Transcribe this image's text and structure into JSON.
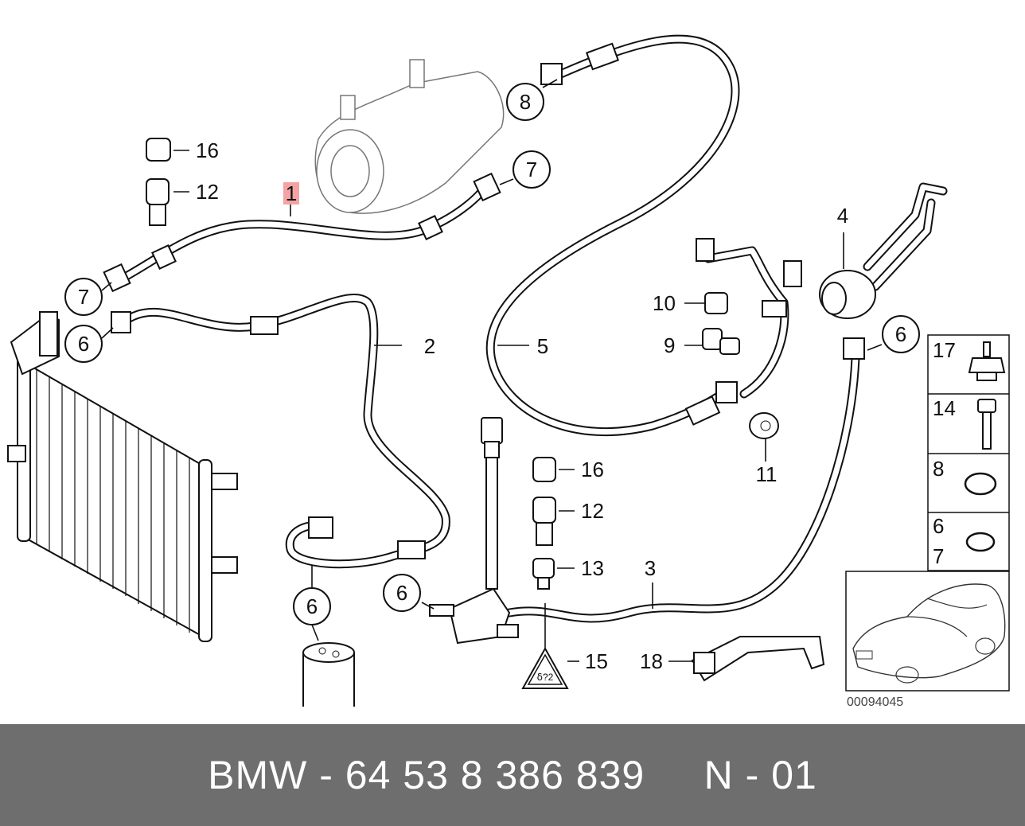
{
  "diagram": {
    "image_number": "00094045",
    "callouts": {
      "p1": "1",
      "p2": "2",
      "p3": "3",
      "p4": "4",
      "p5": "5",
      "p6a": "6",
      "p6b": "6",
      "p6c": "6",
      "p6d": "6",
      "p7a": "7",
      "p7b": "7",
      "p8": "8",
      "p9": "9",
      "p10": "10",
      "p11": "11",
      "p12a": "12",
      "p12b": "12",
      "p13": "13",
      "p15": "15",
      "p16a": "16",
      "p16b": "16",
      "p18": "18"
    },
    "hardware_table": {
      "r17": "17",
      "r14": "14",
      "r8": "8",
      "r6": "6",
      "r7": "7"
    },
    "colors": {
      "highlight": "#f4a3a3",
      "footer_bg": "#6e6e6e",
      "footer_text": "#ffffff"
    }
  },
  "footer": {
    "label": "BMW - 64 53 8 386 839     N - 01"
  }
}
